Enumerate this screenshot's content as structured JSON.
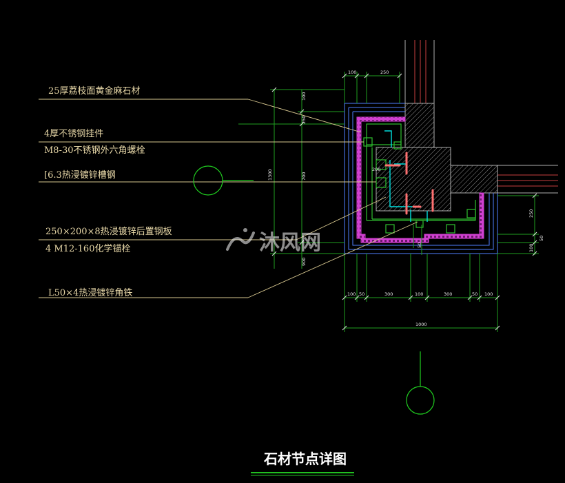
{
  "drawing": {
    "title": "石材节点详图",
    "watermark": "沐风网",
    "annotations": [
      "25厚荔枝面黄金麻石材",
      "4厚不锈钢挂件",
      "M8-30不锈钢外六角螺栓",
      "[6.3热浸镀锌槽钢",
      "250×200×8热浸镀锌后置钢板",
      "4 M12-160化学锚栓",
      "L50×4热浸镀锌角铁"
    ],
    "dims_top": [
      "100",
      "250"
    ],
    "dims_bottom": [
      "100",
      "50",
      "300",
      "100",
      "300",
      "50",
      "100"
    ],
    "dim_total": "1000",
    "dims_left": [
      "100",
      "250",
      "700",
      "900"
    ],
    "dims_left_outer": "1300",
    "dims_right": [
      "250",
      "50",
      "100"
    ],
    "dims_inner": [
      "200",
      "50"
    ]
  },
  "colors": {
    "background": "#000000",
    "text": "#e8d8a8",
    "leader": "#d8c890",
    "stone": "#d040d0",
    "steel": "#30c030",
    "bracket": "#00e0e0",
    "anchor": "#ff6060",
    "concrete_hatch": "#b0b0b0",
    "wall_outline": "#c84040",
    "dim_line": "#20a020",
    "outline_blue": "#5080ff",
    "title_underline": "#20c020"
  }
}
